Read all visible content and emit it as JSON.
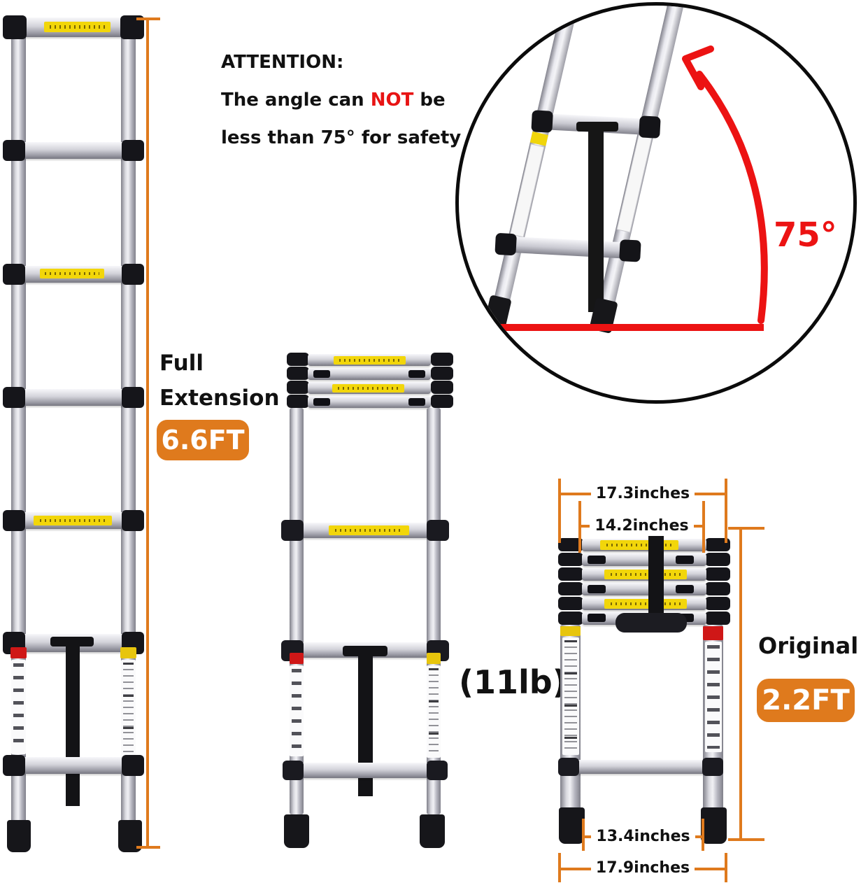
{
  "attention": {
    "heading": "ATTENTION:",
    "line1_prefix": "The angle can ",
    "line1_highlight": "NOT",
    "line1_suffix": " be",
    "line2": "less than 75° for safety"
  },
  "angle_callout": {
    "angle_label": "75°"
  },
  "full_extension": {
    "title_line1": "Full",
    "title_line2": "Extension",
    "height_badge": "6.6FT"
  },
  "collapsed": {
    "title": "Original",
    "height_badge": "2.2FT"
  },
  "weight_label": "(11lb)",
  "dimensions": {
    "top_outer_width": "17.3inches",
    "top_inner_width": "14.2inches",
    "bottom_inner_width": "13.4inches",
    "bottom_outer_width": "17.9inches"
  },
  "colors": {
    "accent_orange": "#DF7A1D",
    "alert_red": "#EA1313",
    "ink": "#111111",
    "warning_label_yellow": "#F2D60A",
    "ladder_silver": "#C9C9D0"
  }
}
